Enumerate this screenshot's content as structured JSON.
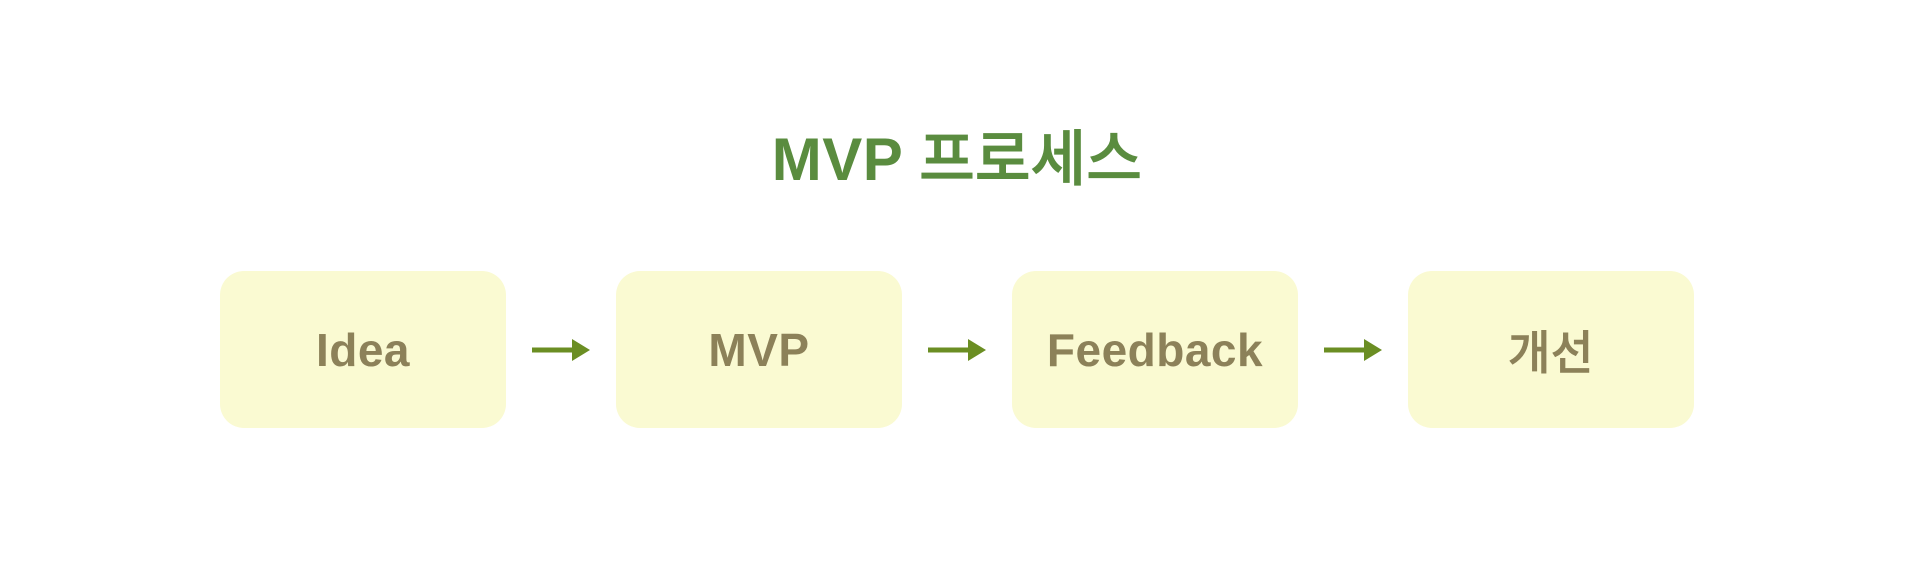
{
  "diagram": {
    "title": {
      "text": "MVP 프로세스"
    },
    "nodes": [
      {
        "id": "idea",
        "label": "Idea"
      },
      {
        "id": "mvp",
        "label": "MVP"
      },
      {
        "id": "feedback",
        "label": "Feedback"
      },
      {
        "id": "improvement",
        "label": "개선"
      }
    ],
    "arrows": {
      "count": 3,
      "direction": "right",
      "icon": "arrow-right-icon"
    }
  },
  "colors": {
    "pageBg": "#ffffff",
    "titleColor": "#5A8C3F",
    "arrowColor": "#6B8E23",
    "nodeBg": "#FAFAD2",
    "nodeText": "#8C8159"
  }
}
